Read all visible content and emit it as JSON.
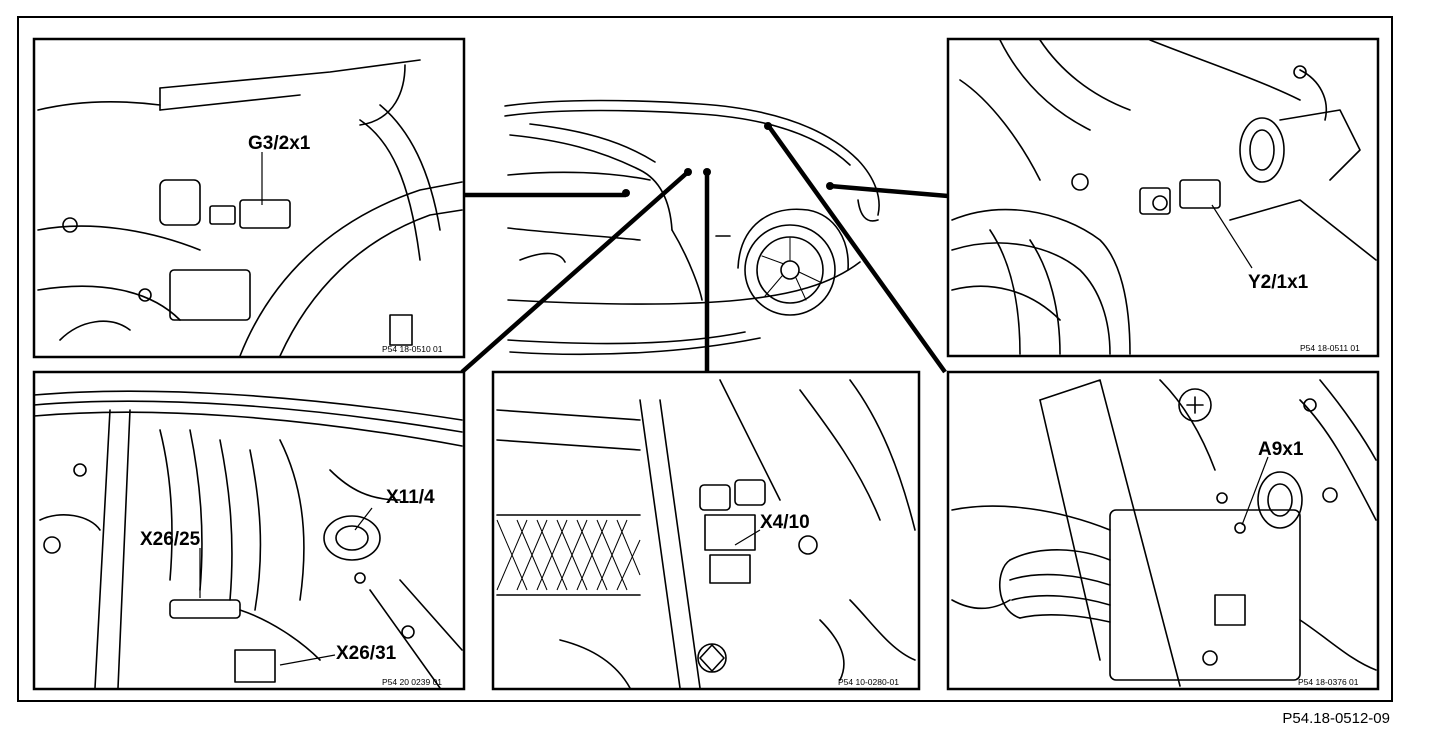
{
  "document_number": "P54.18-0512-09",
  "panels": {
    "top_left": {
      "callout": "G3/2x1",
      "ref": "P54 18-0510 01"
    },
    "top_right": {
      "callout": "Y2/1x1",
      "ref": "P54 18-0511 01"
    },
    "bottom_left": {
      "callouts": [
        "X11/4",
        "X26/25",
        "X26/31"
      ],
      "ref": "P54 20 0239 01"
    },
    "bottom_center": {
      "callout": "X4/10",
      "ref": "P54 10-0280-01"
    },
    "bottom_right": {
      "callout": "A9x1",
      "ref": "P54 18-0376 01"
    }
  }
}
